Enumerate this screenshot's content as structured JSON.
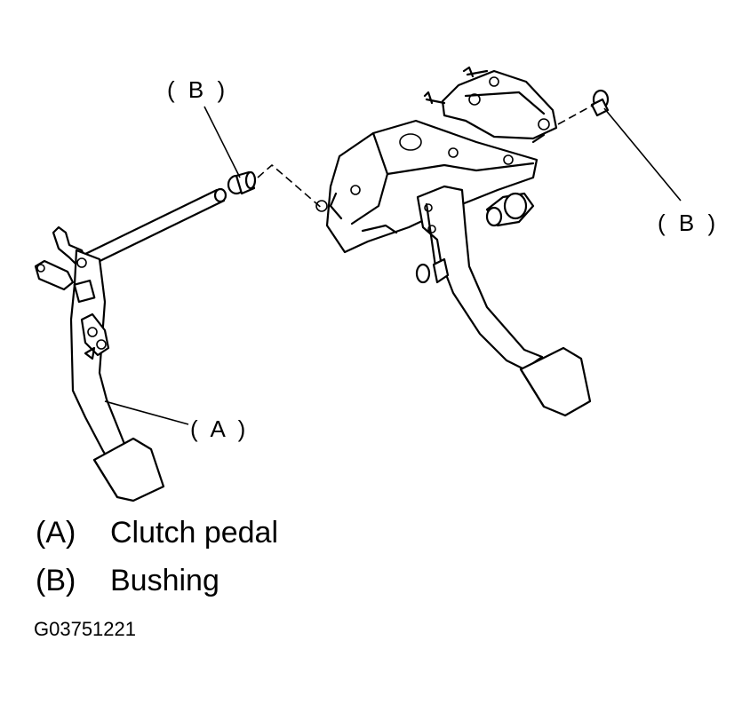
{
  "callouts": {
    "b_top": "( B )",
    "b_right": "( B )",
    "a_pedal": "( A )"
  },
  "legend": [
    {
      "key": "(A)",
      "label": "Clutch pedal"
    },
    {
      "key": "(B)",
      "label": "Bushing"
    }
  ],
  "figure_id": "G03751221"
}
